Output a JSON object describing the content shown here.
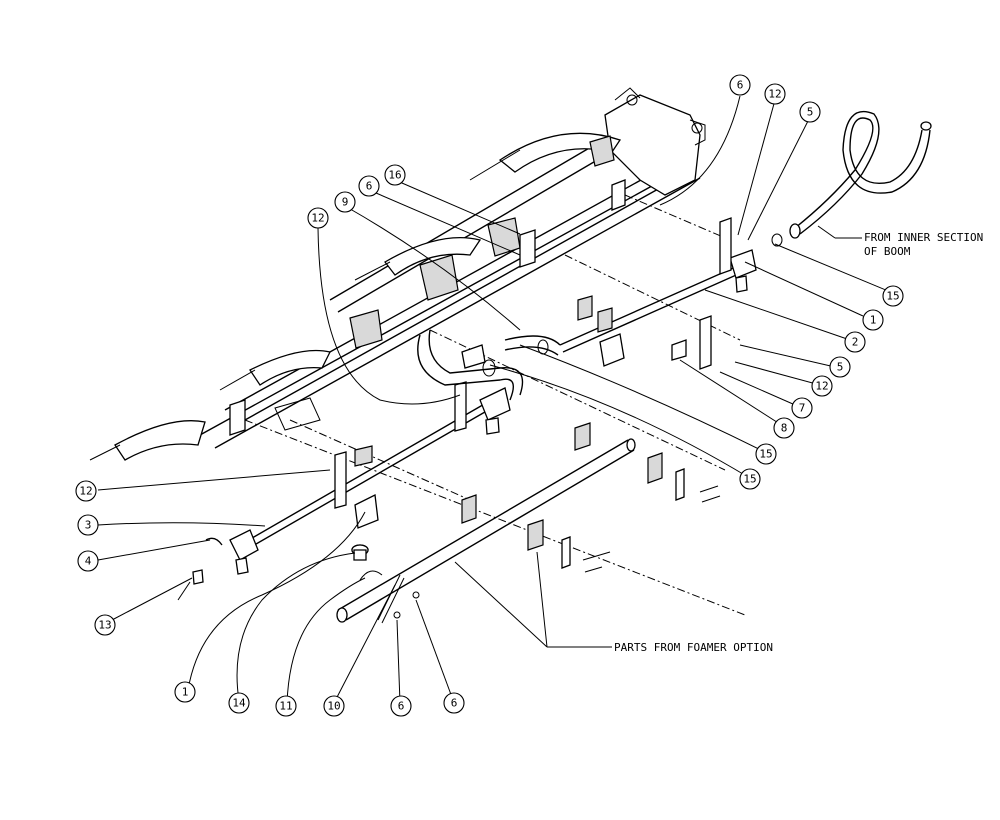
{
  "callouts": [
    {
      "id": "c-6a",
      "label": "6"
    },
    {
      "id": "c-12a",
      "label": "12"
    },
    {
      "id": "c-5a",
      "label": "5"
    },
    {
      "id": "c-16",
      "label": "16"
    },
    {
      "id": "c-6b",
      "label": "6"
    },
    {
      "id": "c-9",
      "label": "9"
    },
    {
      "id": "c-12b",
      "label": "12"
    },
    {
      "id": "c-15a",
      "label": "15"
    },
    {
      "id": "c-1a",
      "label": "1"
    },
    {
      "id": "c-2",
      "label": "2"
    },
    {
      "id": "c-5b",
      "label": "5"
    },
    {
      "id": "c-12c",
      "label": "12"
    },
    {
      "id": "c-7",
      "label": "7"
    },
    {
      "id": "c-8",
      "label": "8"
    },
    {
      "id": "c-15b",
      "label": "15"
    },
    {
      "id": "c-15c",
      "label": "15"
    },
    {
      "id": "c-12d",
      "label": "12"
    },
    {
      "id": "c-3",
      "label": "3"
    },
    {
      "id": "c-4",
      "label": "4"
    },
    {
      "id": "c-13",
      "label": "13"
    },
    {
      "id": "c-1b",
      "label": "1"
    },
    {
      "id": "c-14",
      "label": "14"
    },
    {
      "id": "c-11",
      "label": "11"
    },
    {
      "id": "c-10",
      "label": "10"
    },
    {
      "id": "c-6c",
      "label": "6"
    },
    {
      "id": "c-6d",
      "label": "6"
    }
  ],
  "notes": {
    "inner_section_line1": "FROM INNER SECTION",
    "inner_section_line2": "OF BOOM",
    "foamer": "PARTS FROM FOAMER OPTION"
  }
}
